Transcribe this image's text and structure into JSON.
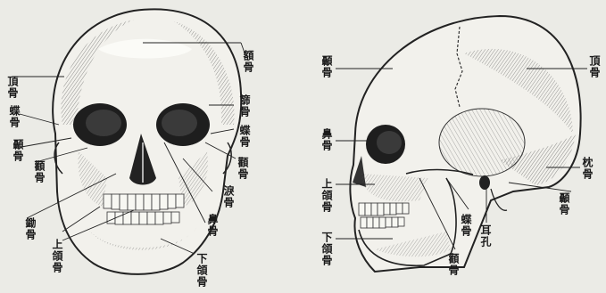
{
  "figure": {
    "front_view": {
      "labels": {
        "frontal": "額骨",
        "parietal": "頂骨",
        "sphenoid_left": "蝶骨",
        "sphenoid_right": "蝶骨",
        "ethmoid": "篩骨",
        "temporal": "顳骨",
        "zygomatic": "顴骨",
        "cheek": "顴骨",
        "lacrimal": "淚骨",
        "nasal": "鼻骨",
        "maxilla": "上頜骨",
        "mandible": "下頜骨",
        "vomer": "鋤骨"
      }
    },
    "side_view": {
      "labels": {
        "temporal_top": "顳骨",
        "parietal": "頂骨",
        "nasal": "鼻骨",
        "maxilla": "上頜骨",
        "mandible": "下頜骨",
        "occipital": "枕骨",
        "temporal_bottom": "顳骨",
        "ear_canal": "耳孔",
        "sphenoid": "蝶骨",
        "zygomatic": "顴骨"
      }
    }
  }
}
